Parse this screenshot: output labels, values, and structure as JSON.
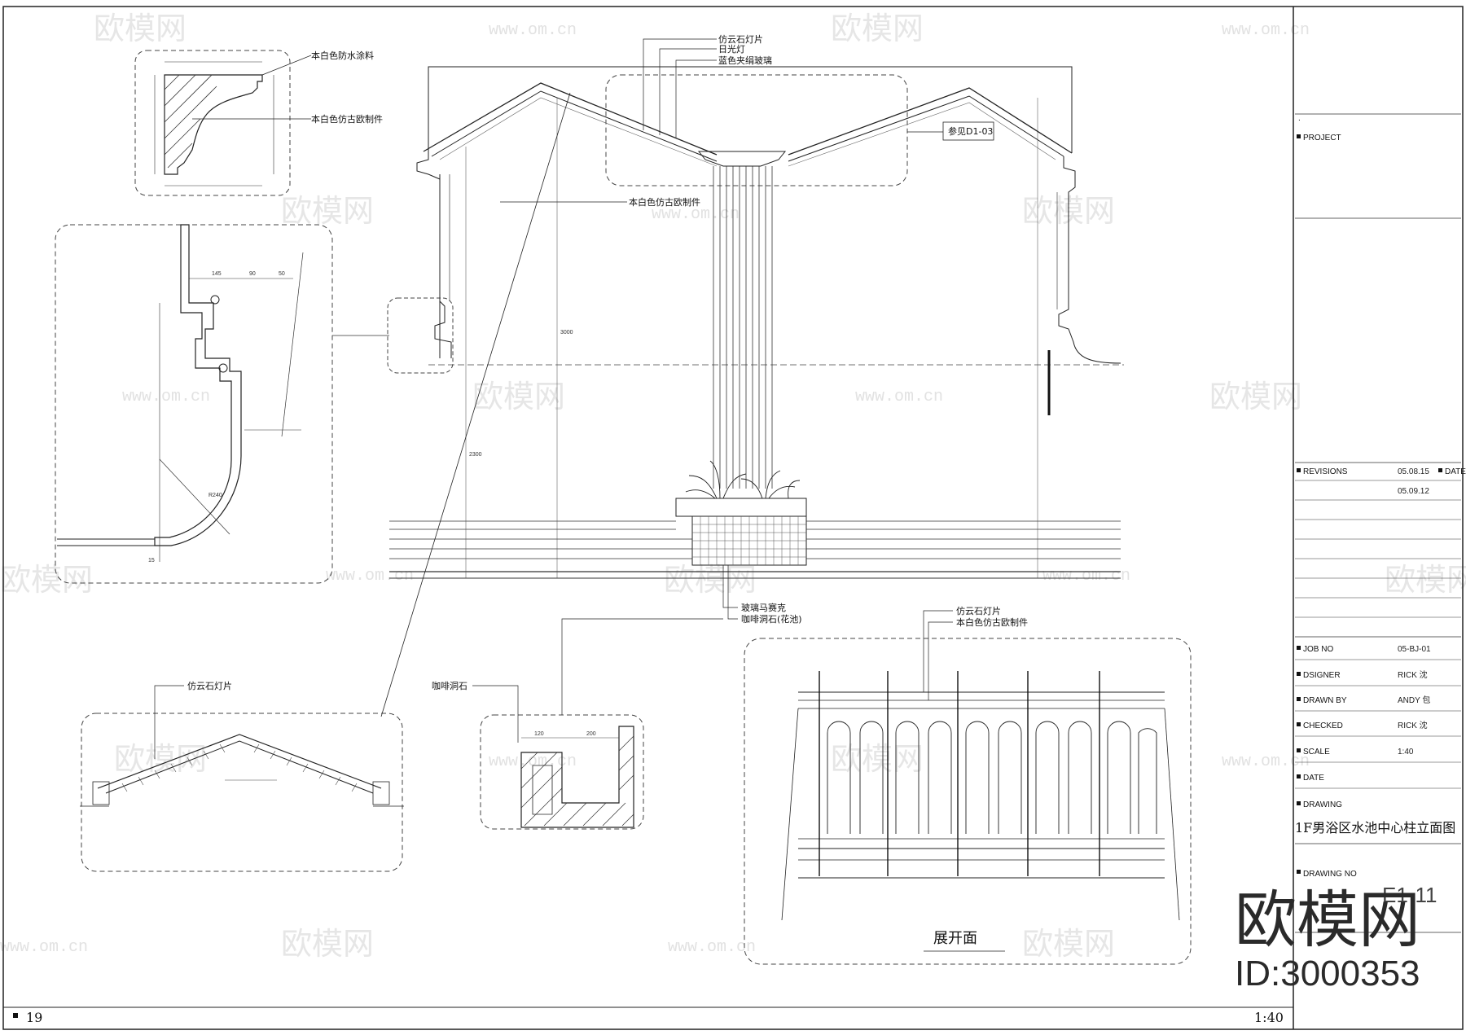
{
  "sheet": {
    "page_number": "19",
    "scale_footer": "1:40"
  },
  "title_block": {
    "dot_label": ".",
    "project_label": "PROJECT",
    "revisions_label": "REVISIONS",
    "revision_dates": [
      "05.08.15",
      "05.09.12"
    ],
    "date_header": "DATE",
    "fields": [
      {
        "label": "JOB NO",
        "value": "05-BJ-01"
      },
      {
        "label": "DSIGNER",
        "value": "RICK 沈"
      },
      {
        "label": "DRAWN BY",
        "value": "ANDY 包"
      },
      {
        "label": "CHECKED",
        "value": "RICK 沈"
      },
      {
        "label": "SCALE",
        "value": "1:40"
      },
      {
        "label": "DATE",
        "value": ""
      }
    ],
    "drawing_label": "DRAWING",
    "drawing_title": "1F男浴区水池中心柱立面图",
    "drawing_no_label": "DRAWING NO",
    "drawing_no": "E1-11"
  },
  "labels": {
    "waterproof_paint": "本白色防水涂料",
    "molding_top": "本白色仿古欧制件",
    "marble_light_1": "仿云石灯片",
    "daylight_lamp": "日光灯",
    "blue_glass": "蓝色夹绢玻璃",
    "see_ref": "参见D1-03",
    "molding_mid": "本白色仿古欧制件",
    "glass_mosaic": "玻璃马赛克",
    "coffee_stone_planter": "咖啡洞石(花池)",
    "coffee_stone": "咖啡洞石",
    "marble_light_2": "仿云石灯片",
    "marble_light_3": "仿云石灯片",
    "molding_unfolded": "本白色仿古欧制件",
    "unfolded_view": "展开面"
  },
  "watermark": {
    "text": "欧模网",
    "url": "www.om.cn",
    "brand": "欧模网",
    "id": "ID:3000353"
  }
}
